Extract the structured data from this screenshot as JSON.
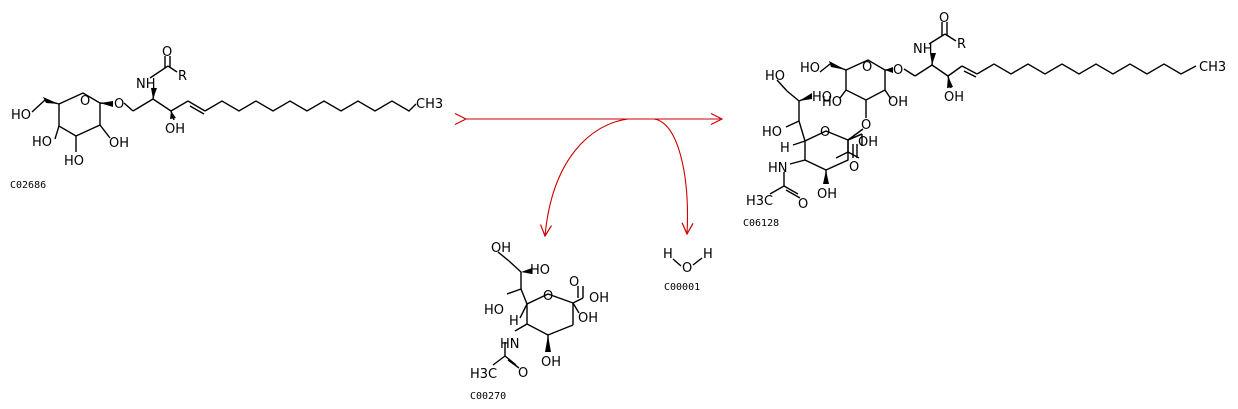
{
  "compounds": {
    "c02686": {
      "id": "C02686",
      "labels": {
        "nh": "NH",
        "o_carbonyl": "O",
        "r": "R",
        "ch3": "CH3",
        "o_glyc": "O",
        "ho6": "HO",
        "o_ring": "O",
        "ho4": "HO",
        "ho3": "HO",
        "oh2": "OH",
        "oh": "OH"
      }
    },
    "c06128": {
      "id": "C06128",
      "labels": {
        "nh": "NH",
        "o_carbonyl": "O",
        "r": "R",
        "ch3": "CH3",
        "oh_sph": "OH",
        "o_glyc": "O",
        "o_ring_gal": "O",
        "ho_gal6": "HO",
        "oh_gal2": "OH",
        "ho_gal4": "HO",
        "o_link": "O",
        "ho_side1": "HO",
        "ho_side2": "HO",
        "ho_side3": "HO",
        "h": "H",
        "o_ring_neu": "O",
        "oh_acid": "OH",
        "o_acid": "O",
        "hn": "HN",
        "o_amide": "O",
        "h3c": "H3C",
        "oh_ring": "OH"
      }
    },
    "c00270": {
      "id": "C00270",
      "labels": {
        "oh_top": "OH",
        "ho_side1": "HO",
        "ho_side2": "HO",
        "h": "H",
        "o_ring": "O",
        "o_acid": "O",
        "oh_acid": "OH",
        "oh_anom": "OH",
        "hn": "HN",
        "oh_ring": "OH",
        "h3c": "H3C",
        "o_amide": "O"
      }
    },
    "c00001": {
      "id": "C00001",
      "labels": {
        "h1": "H",
        "o": "O",
        "h2": "H"
      }
    }
  },
  "colors": {
    "arrow": "#cc0000",
    "structure": "#000000"
  }
}
